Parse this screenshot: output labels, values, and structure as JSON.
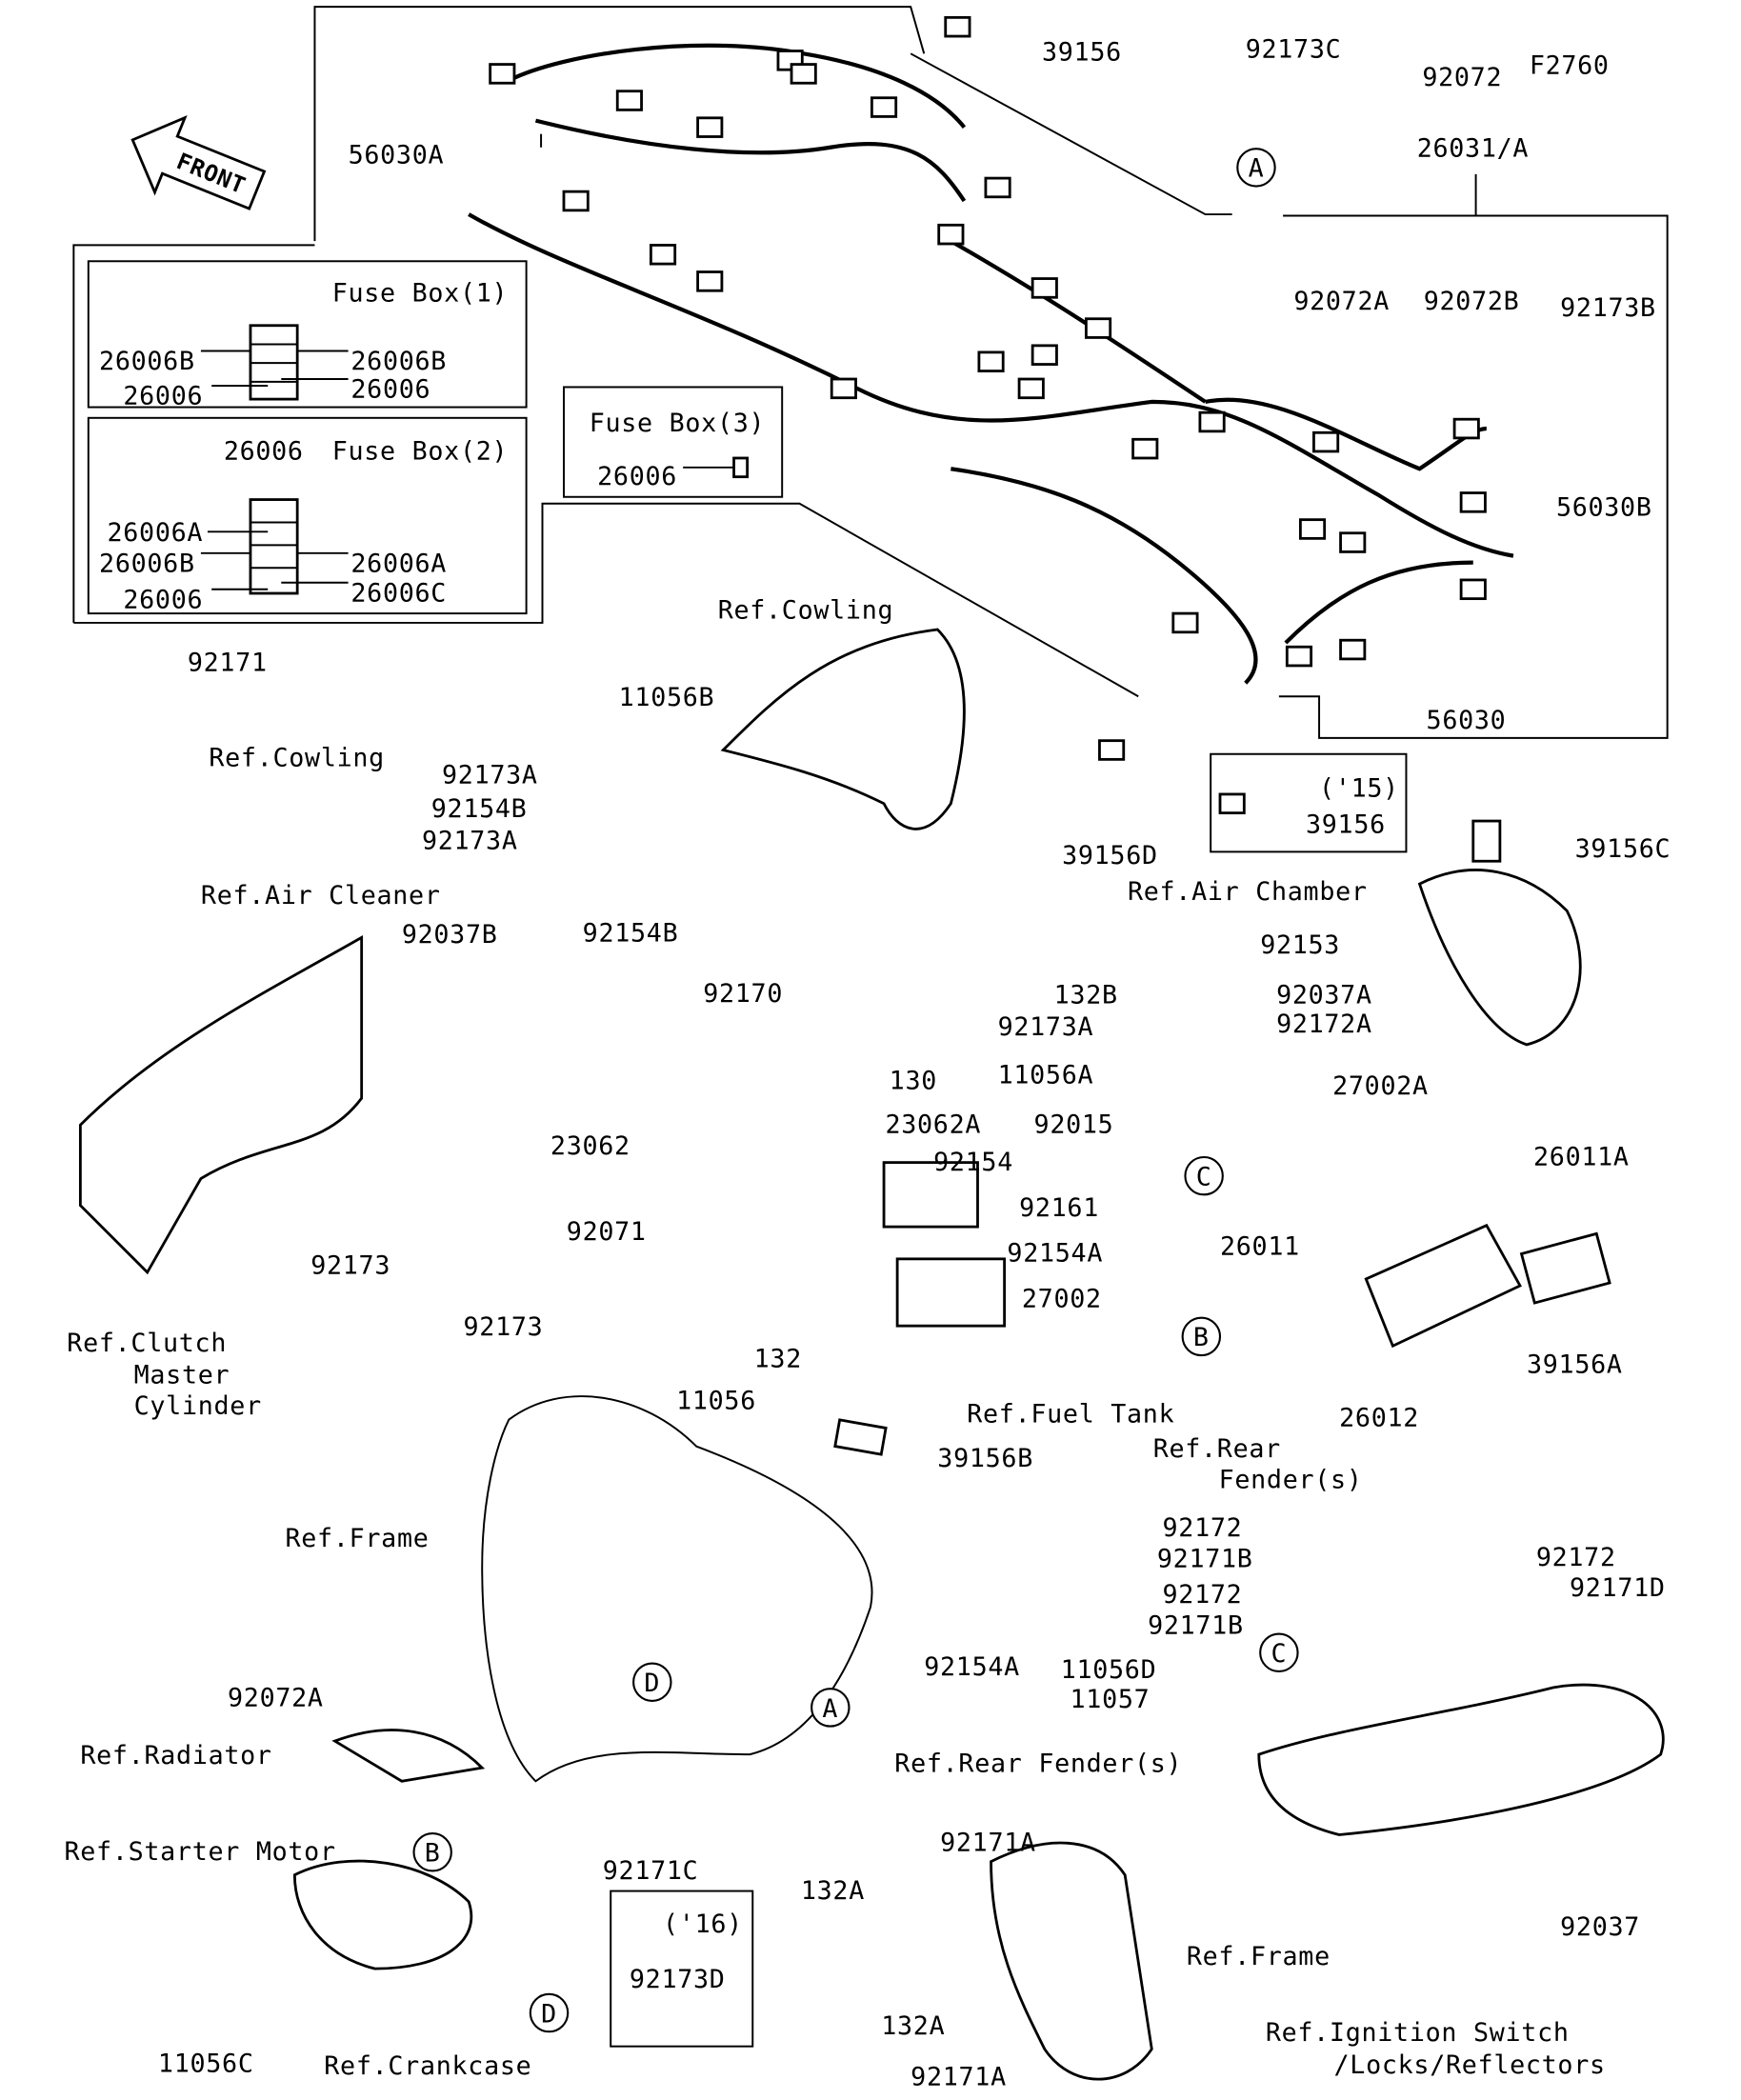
{
  "diagram_code": "F2760",
  "front_arrow_label": "FRONT",
  "labels": [
    "39156",
    "92173C",
    "92072",
    "56030A",
    "26031/A",
    "Fuse Box(1)",
    "26006B",
    "26006B",
    "26006",
    "26006",
    "26006",
    "Fuse Box(2)",
    "26006A",
    "26006B",
    "26006A",
    "26006",
    "26006C",
    "Fuse Box(3)",
    "26006",
    "92072A",
    "92072B",
    "92173B",
    "56030B",
    "Ref.Cowling",
    "92171",
    "11056B",
    "Ref.Cowling",
    "56030",
    "92173A",
    "92154B",
    "92173A",
    "('15)",
    "39156",
    "39156D",
    "39156C",
    "Ref.Air Cleaner",
    "Ref.Air Chamber",
    "92037B",
    "92154B",
    "92153",
    "92170",
    "132B",
    "92037A",
    "92173A",
    "92172A",
    "11056A",
    "130",
    "27002A",
    "23062A",
    "92015",
    "23062",
    "92154",
    "26011A",
    "92161",
    "92071",
    "92154A",
    "26011",
    "92173",
    "27002",
    "92173",
    "Ref.Clutch",
    "Master",
    "Cylinder",
    "132",
    "39156A",
    "11056",
    "Ref.Fuel Tank",
    "26012",
    "39156B",
    "Ref.Rear",
    "Fender(s)",
    "Ref.Frame",
    "92172",
    "92171B",
    "92172",
    "92171B",
    "92172",
    "92171D",
    "11056D",
    "11057",
    "92154A",
    "92072A",
    "Ref.Radiator",
    "Ref.Rear Fender(s)",
    "Ref.Starter Motor",
    "92171A",
    "92171C",
    "132A",
    "('16)",
    "92037",
    "Ref.Frame",
    "92173D",
    "132A",
    "Ref.Ignition Switch",
    "/Locks/Reflectors",
    "11056C",
    "Ref.Crankcase",
    "92171A"
  ],
  "reference_circles": [
    "A",
    "A",
    "B",
    "B",
    "C",
    "C",
    "D",
    "D"
  ]
}
